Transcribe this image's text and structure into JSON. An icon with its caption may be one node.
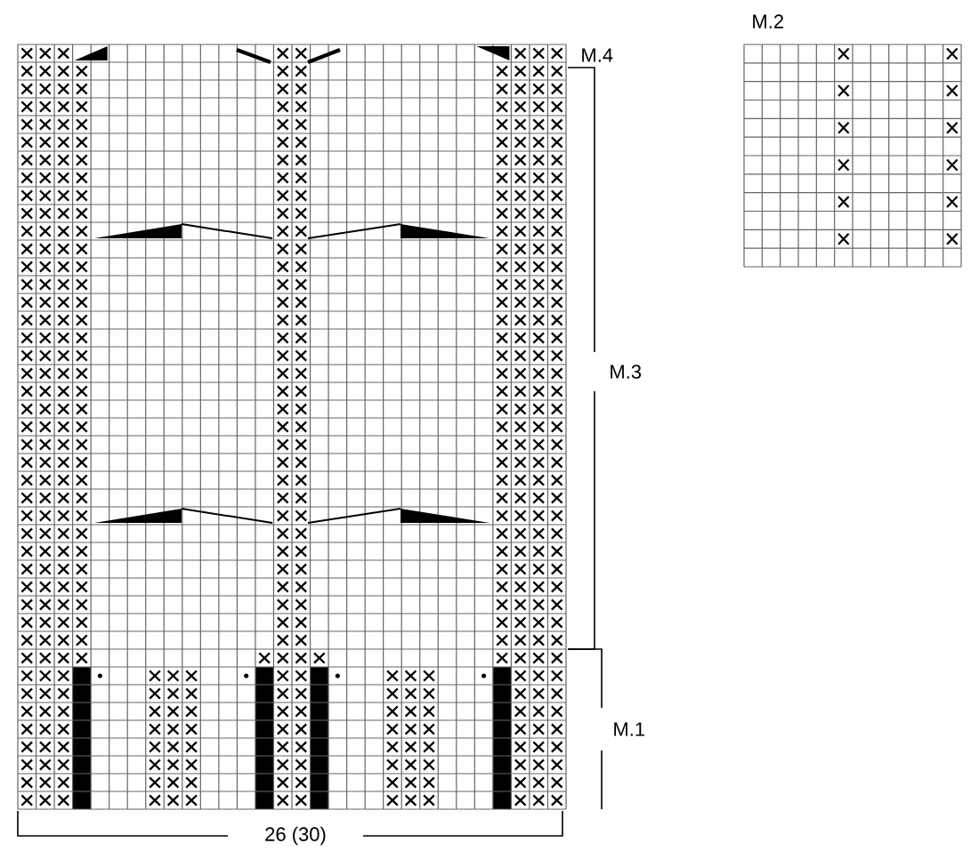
{
  "diagram": {
    "labels": [
      "M.4",
      "M.2",
      "M.3",
      "M.1",
      "26 (30)"
    ]
  }
}
